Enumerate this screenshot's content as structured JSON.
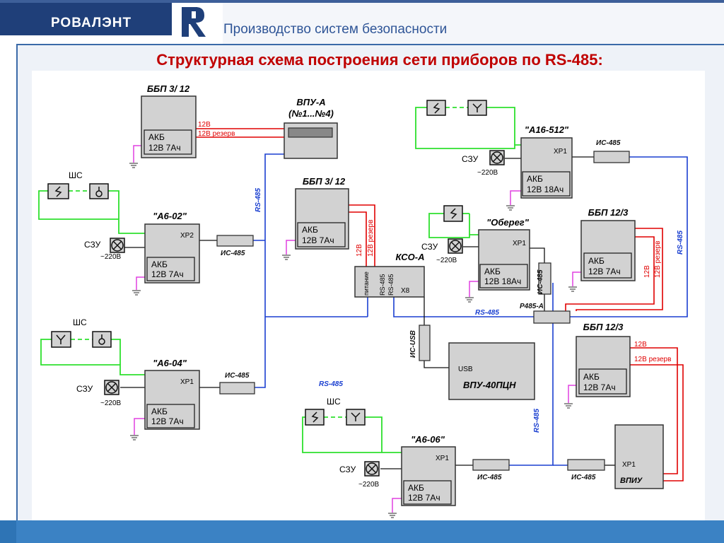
{
  "header": {
    "brand": "РОВАЛЭНТ",
    "tagline": "Производство систем безопасности",
    "logo_letter": "R",
    "colors": {
      "bar": "#1f3f79",
      "accent": "#2f5597",
      "title": "#c00000"
    }
  },
  "title": "Структурная схема построения сети приборов по RS-485:",
  "diagram": {
    "bbp312_a": {
      "name": "ББП 3/ 12",
      "akb": "АКБ",
      "akb_spec": "12В 7Ач",
      "w1": "12В",
      "w2": "12В резерв"
    },
    "vpu_a": {
      "name": "ВПУ-А",
      "sub": "(№1...№4)"
    },
    "bbp312_b": {
      "name": "ББП 3/ 12",
      "akb": "АКБ",
      "akb_spec": "12В 7Ач",
      "w1": "12В",
      "w2": "12В резерв"
    },
    "kso": {
      "name": "КСО-А",
      "p1": "питание",
      "p2": "RS-485",
      "p3": "RS-485",
      "p4": "X8"
    },
    "a602": {
      "name": "\"А6-02\"",
      "xp": "XP2",
      "szu": "СЗУ",
      "v220": "~220В",
      "akb": "АКБ",
      "akb_spec": "12В 7Ач",
      "shs": "ШС"
    },
    "a604": {
      "name": "\"А6-04\"",
      "xp": "XP1",
      "szu": "СЗУ",
      "v220": "~220В",
      "akb": "АКБ",
      "akb_spec": "12В 7Ач",
      "shs": "ШС"
    },
    "a606": {
      "name": "\"А6-06\"",
      "xp": "XP1",
      "szu": "СЗУ",
      "v220": "~220В",
      "akb": "АКБ",
      "akb_spec": "12В 7Ач",
      "shs": "ШС"
    },
    "a16": {
      "name": "\"А16-512\"",
      "xp": "XP1",
      "szu": "СЗУ",
      "v220": "~220В",
      "akb": "АКБ",
      "akb_spec": "12В 18Ач"
    },
    "obereg": {
      "name": "\"Оберег\"",
      "xp": "XP1",
      "szu": "СЗУ",
      "v220": "~220В",
      "akb": "АКБ",
      "akb_spec": "12В 18Ач"
    },
    "bbp123_a": {
      "name": "ББП 12/3",
      "akb": "АКБ",
      "akb_spec": "12В 7Ач",
      "w1": "12В",
      "w2": "12В резерв"
    },
    "bbp123_b": {
      "name": "ББП 12/3",
      "akb": "АКБ",
      "akb_spec": "12В 7Ач",
      "w1": "12В",
      "w2": "12В резерв"
    },
    "vpu40": {
      "name": "ВПУ-40ПЦН",
      "port": "USB",
      "conv": "ИС-USB"
    },
    "vpiu": {
      "name": "ВПИУ",
      "xp": "XP1"
    },
    "p485": "Р485-А",
    "is485": "ИС-485",
    "rs485": "RS-485"
  }
}
